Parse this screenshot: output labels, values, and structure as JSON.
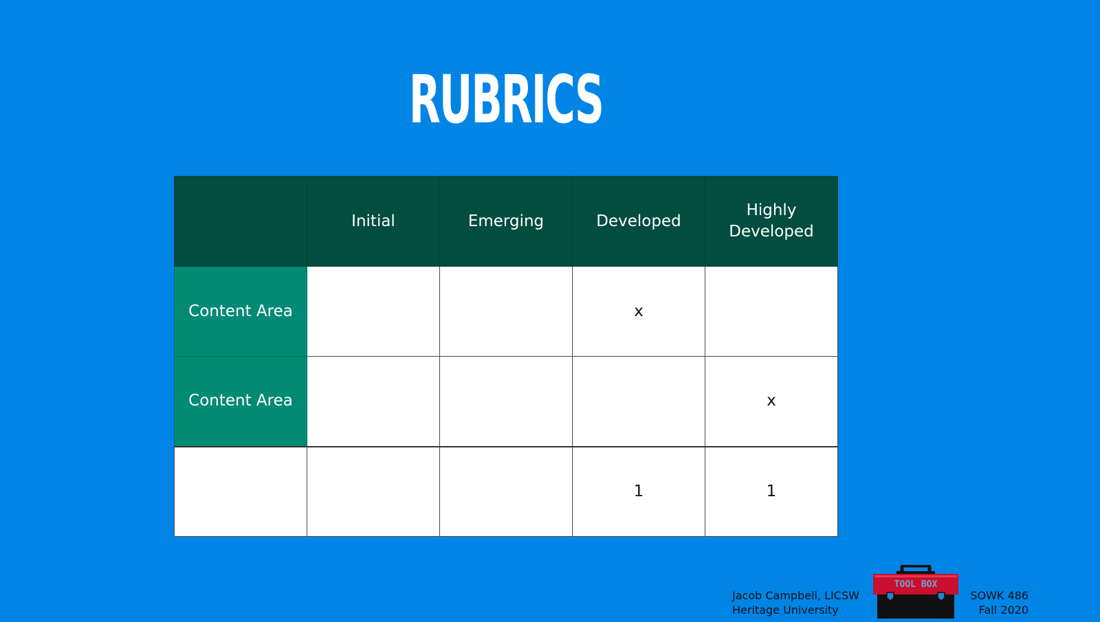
{
  "slide": {
    "title": "RUBRICS"
  },
  "rubric": {
    "header": [
      "",
      "Initial",
      "Emerging",
      "Developed",
      "Highly Developed"
    ],
    "rows": [
      {
        "label": "Content Area",
        "cells": [
          "",
          "",
          "x",
          ""
        ]
      },
      {
        "label": "Content Area",
        "cells": [
          "",
          "",
          "",
          "x"
        ]
      }
    ],
    "totals": {
      "label": "",
      "cells": [
        "",
        "",
        "1",
        "1"
      ]
    }
  },
  "footer": {
    "author": "Jacob Campbell, LICSW",
    "institution": "Heritage University",
    "course": "SOWK 486",
    "term": "Fall 2020",
    "logo_text": "TOOL BOX",
    "logo_icon": "toolbox-icon"
  },
  "colors": {
    "background": "#0085e6",
    "header": "#024d3f",
    "row_label": "#038a74",
    "toolbox_red": "#c8102e"
  }
}
